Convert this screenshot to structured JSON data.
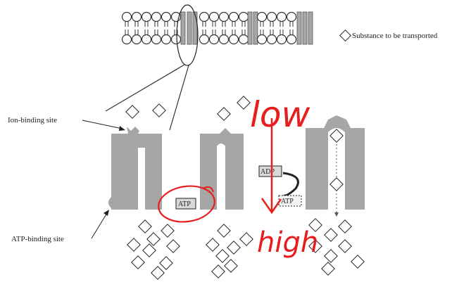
{
  "labels": {
    "legend": "Substance to be transported",
    "ion_binding_site": "Ion-binding site",
    "atp_binding_site": "ATP-binding site"
  },
  "boxes": {
    "atp_left": "ATP",
    "adp": "ADP",
    "atp_right": "ATP"
  },
  "annotations": {
    "low": "low",
    "high": "high"
  },
  "colors": {
    "protein_gray": "#a6a6a6",
    "annotation_red": "#e81e1e",
    "line_dark": "#333333"
  }
}
